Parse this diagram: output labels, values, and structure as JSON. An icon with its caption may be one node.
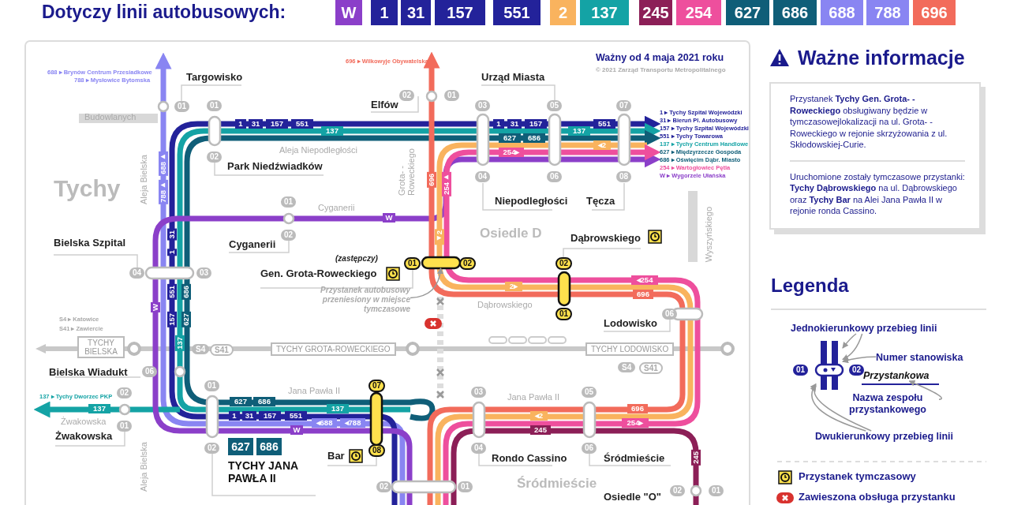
{
  "diagram": {
    "title": "Dotyczy linii autobusowych:",
    "nodes": [
      {
        "text": [
          "Ważne informacje",
          "Przystanek **Tychy Gen. Grota- -Roweckiego** obsługiwany będzie w tymczasowejlokalizacji na ul. Grota- -Roweckiego w rejonie skrzyżowania z ul. Skłodowskiej-Curie.",
          "Uruchomione zostały tymczasowe przystanki: **Tychy Dąbrowskiego** na ul. Dąbrowskiego oraz **Tychy Bar** na Alei Jana Pawła II w rejonie ronda Cassino."
        ]
      },
      {
        "text": [
          "Przystanek autobusowy przeniesiony w miejsce tymczasowe"
        ]
      },
      {
        "text": [
          "Jednokierunkowy przebieg linii"
        ]
      },
      {
        "text": [
          "Numer stanowiska"
        ]
      },
      {
        "text": [
          "Przystankowa"
        ]
      },
      {
        "text": [
          "Nazwa zespołu przystankowego"
        ]
      },
      {
        "text": [
          "Dwukierunkowy przebieg linii"
        ]
      },
      {
        "text": [],
        "shape": "picture"
      },
      {
        "text": [],
        "shape": "box"
      }
    ],
    "edges": [
      {
        "from": 1,
        "to": 8,
        "arrow": "to"
      },
      {
        "from": 2,
        "to": 7,
        "arrow": "to"
      },
      {
        "from": 2,
        "to": 7,
        "arrow": "to"
      },
      {
        "from": 3,
        "to": 7,
        "arrow": "to"
      },
      {
        "from": 5,
        "to": 4,
        "arrow": "to"
      },
      {
        "from": 6,
        "to": 7,
        "arrow": "to"
      },
      {
        "from": 6,
        "to": 7,
        "arrow": "to"
      }
    ],
    "labels": [
      "W",
      "1",
      "31",
      "157",
      "551",
      "2",
      "137",
      "245",
      "254",
      "627",
      "686",
      "688",
      "788",
      "696",
      "688 ▸ Brynów Centrum Przesiadkowe",
      "788 ▸ Mysłowice Bytomska",
      "696 ▸ Wilkowyje Obywatelska",
      "Ważny od 4 maja 2021 roku",
      "© 2021 Zarząd Transportu Metropolitalnego",
      "Targowisko",
      "01",
      "01",
      "Elfów",
      "02",
      "01",
      "Urząd Miasta",
      "03",
      "05",
      "07",
      "Budowlanych",
      "1",
      "31",
      "157",
      "551",
      "137",
      "1",
      "31",
      "157",
      "137",
      "551",
      "627",
      "686",
      "◂2",
      "254▸",
      "02",
      "Aleja Niepodległości",
      "Park Niedźwiadków",
      "04",
      "06",
      "08",
      "1 ▸ Tychy Szpital Wojewódzki",
      "31 ▸ Bieruń Pl. Autobusowy",
      "157 ▸ Tychy Szpital Wojewódzki",
      "551 ▸ Tychy Towarowa",
      "137 ▸ Tychy Centrum Handlowe",
      "627 ▸ Międzyrzecze Gospoda",
      "686 ▸ Oświęcim Dąbr. Miasto",
      "254 ▸ Wartogłowiec Pętla",
      "W ▸ Wygorzele Ułańska",
      "688▸",
      "788▸",
      "Aleja Bielska",
      "Tychy",
      "Grota- -Roweckiego",
      "696",
      "254▸",
      "Niepodległości",
      "Tęcza",
      "01",
      "Cyganerii",
      "W",
      "02",
      "Cyganerii",
      "◂2",
      "Osiedle D",
      "Dąbrowskiego",
      "Wyszyńskiego",
      "Bielska Szpital",
      "31",
      "1",
      "04",
      "03",
      "(zastępczy)",
      "Gen. Grota-Roweckiego",
      "01",
      "02",
      "02",
      "2▸",
      "◂254",
      "696",
      "Dąbrowskiego",
      "551",
      "686",
      "W",
      "157",
      "627",
      "01",
      "Lodowisko",
      "06",
      "S4 ▸ Katowice",
      "S41 ▸ Zawiercie",
      "TYCHY BIELSKA",
      "137",
      "S4",
      "S41",
      "TYCHY GROTA-ROWECKIEGO",
      "TYCHY LODOWISKO",
      "S4",
      "S41",
      "Bielska Wiadukt",
      "06",
      "Jana Pawła II",
      "Jana Pawła II",
      "01",
      "07",
      "03",
      "05",
      "137 ▸ Tychy Dworzec PKP",
      "02",
      "137",
      "627",
      "686",
      "137",
      "696",
      "1",
      "31",
      "157",
      "551",
      "◂2",
      "◂688",
      "◂788",
      "254▸",
      "Żwakowska",
      "01",
      "W",
      "245",
      "Żwakowska",
      "02",
      "627",
      "686",
      "08",
      "04",
      "06",
      "245",
      "Bar",
      "Rondo Cassino",
      "Śródmieście",
      "TYCHY JANA PAWŁA II",
      "Aleja Bielska",
      "Śródmieście",
      "02",
      "01",
      "02",
      "01",
      "Osiedle \"O\"",
      "Legenda",
      "01",
      "02"
    ],
    "legend": [
      {
        "text": "Przystanek tymczasowy"
      },
      {
        "text": "Zawieszona obsługa przystanku"
      }
    ]
  }
}
